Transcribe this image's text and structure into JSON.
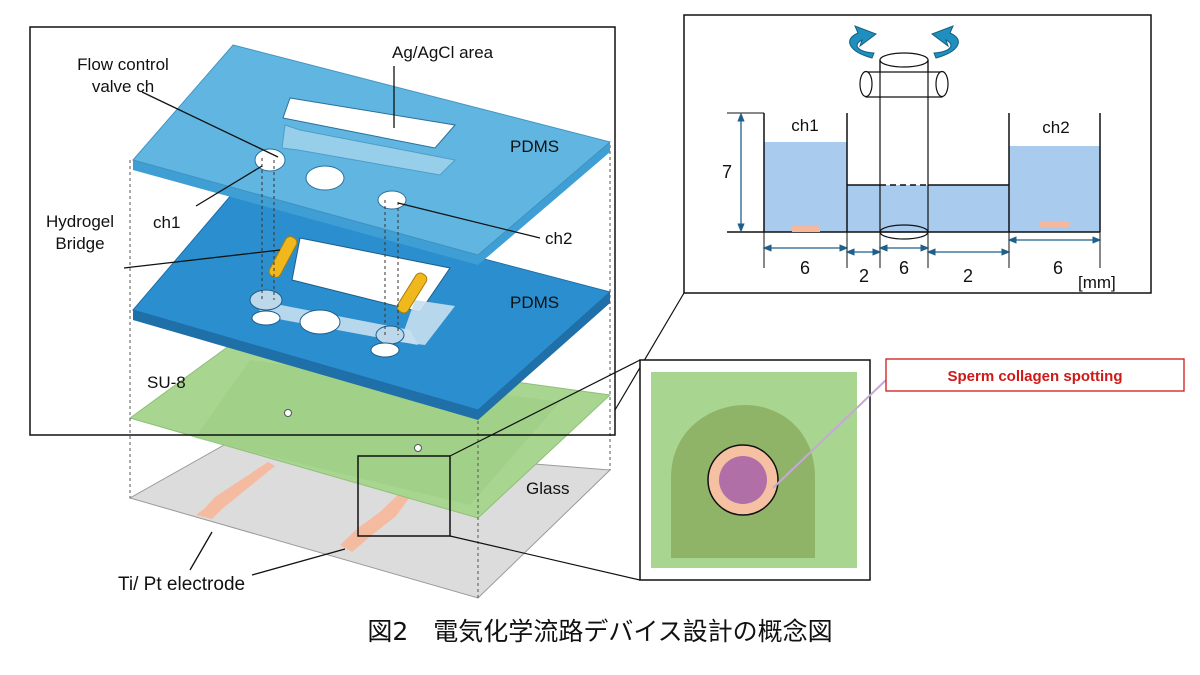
{
  "labels": {
    "flow_control": [
      "Flow control",
      "valve ch"
    ],
    "ag_agcl": "Ag/AgCl area",
    "pdms_top": "PDMS",
    "pdms_mid": "PDMS",
    "ch1_left": "ch1",
    "ch2_left": "ch2",
    "hydrogel": [
      "Hydrogel",
      "Bridge"
    ],
    "su8": "SU-8",
    "glass": "Glass",
    "electrode": "Ti/ Pt electrode"
  },
  "section": {
    "ch1": "ch1",
    "ch2": "ch2",
    "height": "7",
    "dims": [
      "6",
      "2",
      "6",
      "2",
      "6"
    ],
    "unit": "[mm]"
  },
  "detail": {
    "callout": "Sperm collagen spotting"
  },
  "caption": "図2　電気化学流路デバイス設計の概念図",
  "colors": {
    "pdms_top": "#58b3e0",
    "pdms_mid": "#2b8fcf",
    "su8": "#a8d590",
    "glass": "#dcdcdc",
    "electrode": "#f6b89c",
    "liquid": "#a9cbee",
    "spot": "#b16fa8",
    "callout_text": "#d01818"
  }
}
